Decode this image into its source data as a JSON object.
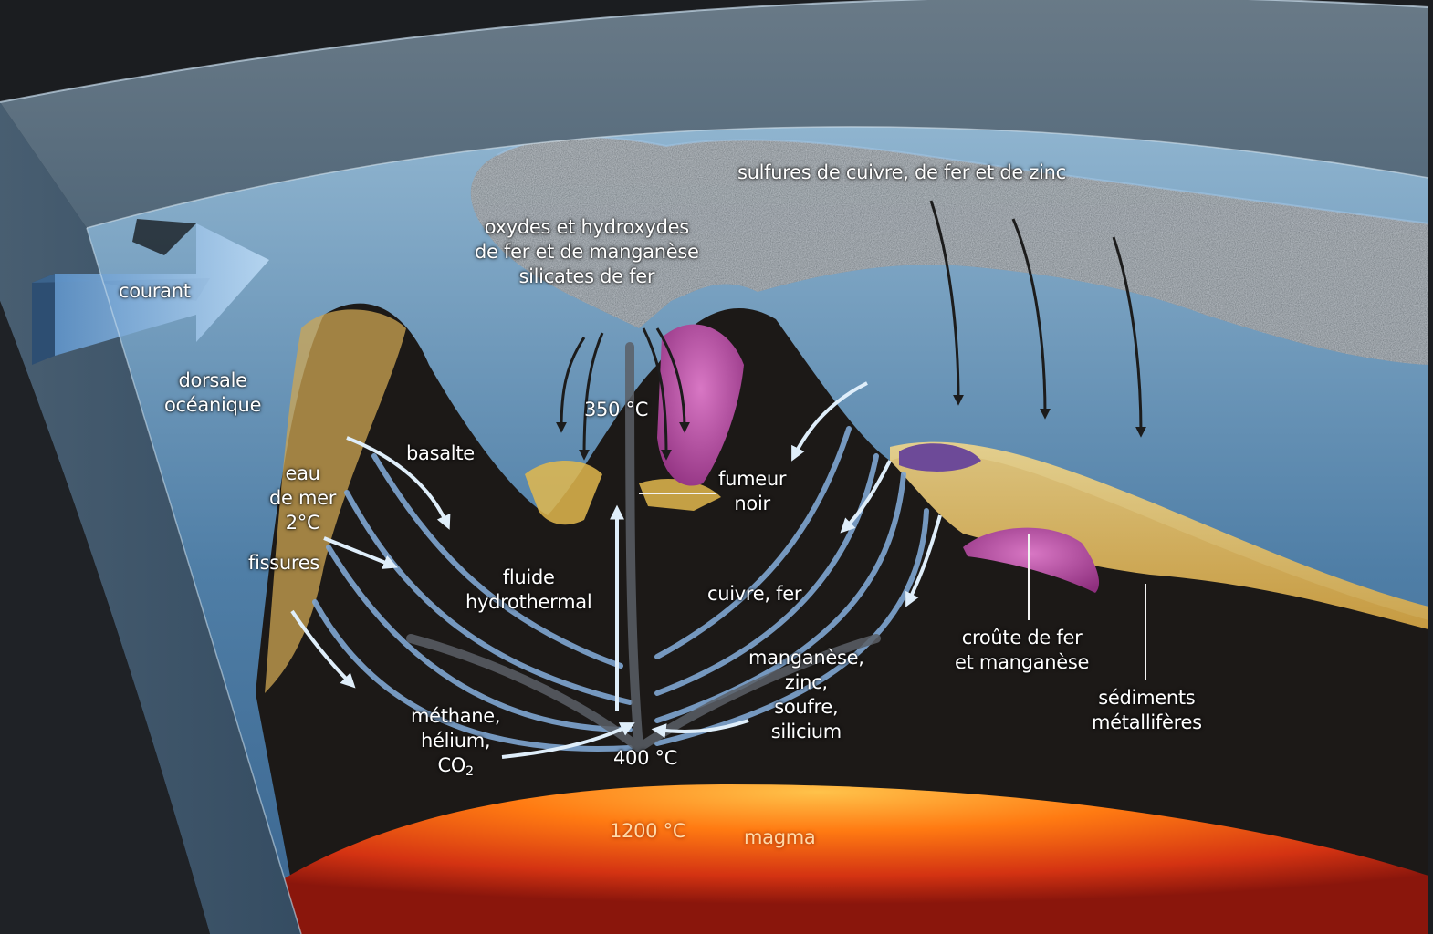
{
  "colors": {
    "background": "#1b1d20",
    "sea_top": "#8fb4cf",
    "sea_bottom": "#4f7ea6",
    "rock": "#1c1917",
    "sediment": "#e8c26a",
    "cloud": "#6b6f73",
    "magma_core": "#ff7a12",
    "magma_edge": "#c31f10",
    "fluid_channel": "#7fa6d2",
    "deposit_violet": "#b44da0",
    "current_arrow": "#9cc3ea"
  },
  "labels": {
    "courant": "courant",
    "dorsale": [
      "dorsale",
      "océanique"
    ],
    "oxydes": [
      "oxydes et hydroxydes",
      "de fer et de manganèse",
      "silicates de fer"
    ],
    "sulfures": "sulfures de cuivre, de fer et de zinc",
    "temp_350": "350 °C",
    "basalte": "basalte",
    "eau_de_mer": [
      "eau",
      "de mer",
      "2°C"
    ],
    "fissures": "fissures",
    "fumeur_noir": [
      "fumeur",
      "noir"
    ],
    "fluide": [
      "fluide",
      "hydrothermal"
    ],
    "cuivre_fer": "cuivre, fer",
    "croute": [
      "croûte de fer",
      "et manganèse"
    ],
    "sediments": [
      "sédiments",
      "métallifères"
    ],
    "manganese_list": [
      "manganèse,",
      "zinc,",
      "soufre,",
      "silicium"
    ],
    "methane": [
      "méthane,",
      "hélium,",
      "CO"
    ],
    "co2_subscript": "2",
    "temp_400": "400 °C",
    "temp_1200": "1200 °C",
    "magma": "magma"
  }
}
